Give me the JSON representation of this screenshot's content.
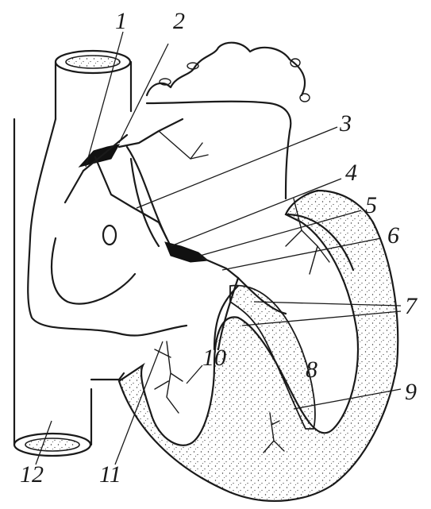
{
  "labels": {
    "l1": "1",
    "l2": "2",
    "l3": "3",
    "l4": "4",
    "l5": "5",
    "l6": "6",
    "l7": "7",
    "l8": "8",
    "l9": "9",
    "l10": "10",
    "l11": "11",
    "l12": "12"
  },
  "colors": {
    "ink": "#1a1a1a",
    "paper": "#ffffff"
  }
}
